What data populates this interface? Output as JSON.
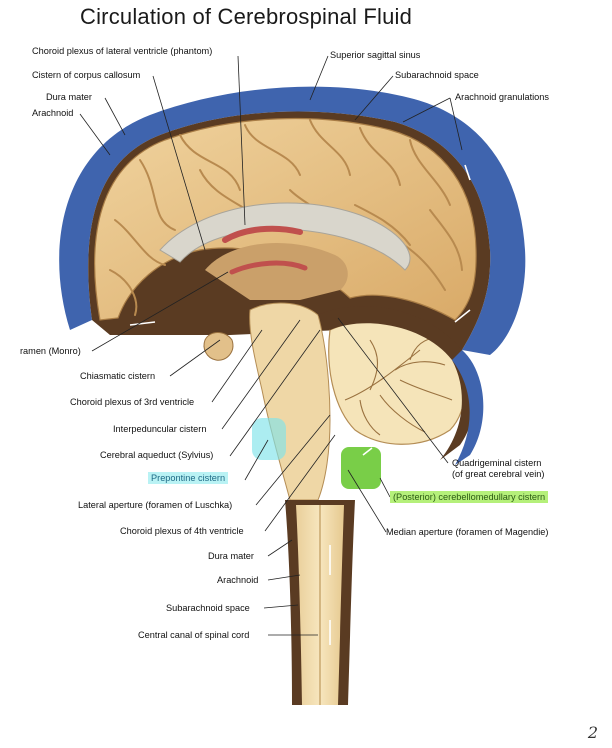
{
  "title": "Circulation of Cerebrospinal Fluid",
  "labels": {
    "choroid_plexus_lateral": "Choroid plexus of lateral ventricle (phantom)",
    "cistern_corpus_callosum": "Cistern of corpus callosum",
    "dura_mater_top": "Dura mater",
    "arachnoid_top": "Arachnoid",
    "superior_sagittal_sinus": "Superior sagittal sinus",
    "subarachnoid_space_top": "Subarachnoid space",
    "arachnoid_granulations": "Arachnoid granulations",
    "foramen_monro": "ramen (Monro)",
    "chiasmatic_cistern": "Chiasmatic cistern",
    "choroid_plexus_3rd": "Choroid plexus of 3rd ventricle",
    "interpeduncular_cistern": "Interpeduncular cistern",
    "cerebral_aqueduct": "Cerebral aqueduct (Sylvius)",
    "prepontine_cistern": "Prepontine cistern",
    "lateral_aperture": "Lateral aperture (foramen of Luschka)",
    "choroid_plexus_4th": "Choroid plexus of 4th ventricle",
    "dura_mater_bottom": "Dura mater",
    "arachnoid_bottom": "Arachnoid",
    "subarachnoid_space_bottom": "Subarachnoid space",
    "central_canal": "Central canal of spinal cord",
    "quadrigeminal_cistern_1": "Quadrigeminal cistern",
    "quadrigeminal_cistern_2": "(of great cerebral vein)",
    "cerebellomedullary_cistern": "(Posterior) cerebellomedullary cistern",
    "median_aperture": "Median aperture (foramen of Magendie)"
  },
  "corner_mark": "2",
  "colors": {
    "dura_blue": "#3f64ae",
    "dark_space": "#5a3b22",
    "brain_tan": "#e8c790",
    "brain_shadow": "#c79a5c",
    "spinal_cream": "#f3deb0",
    "callosum_gray": "#d9d6cc",
    "choroid_red": "#c0504d",
    "highlight_cyan": "#7fe3ea",
    "highlight_green": "#58c21a"
  }
}
